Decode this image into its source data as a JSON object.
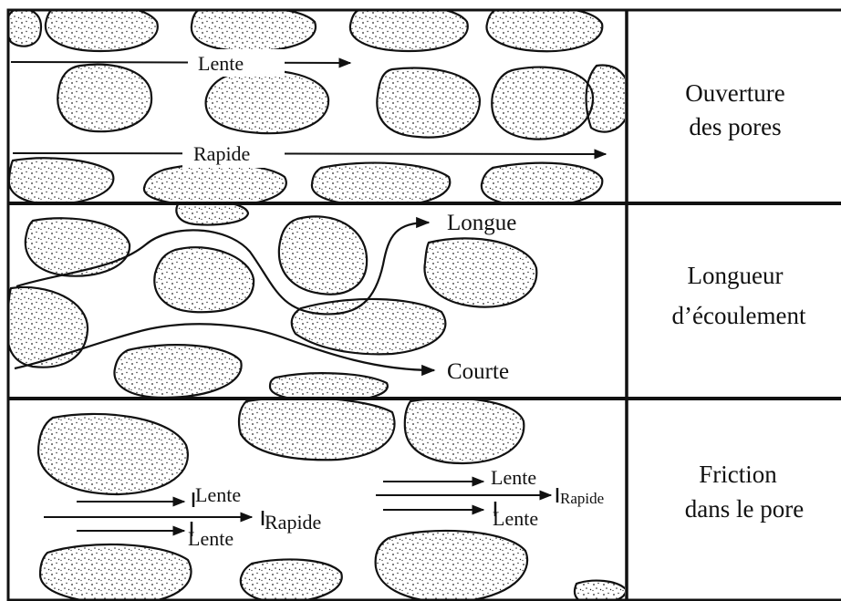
{
  "rows": [
    {
      "id": "pore-opening",
      "side_label": [
        "Ouverture",
        "des pores"
      ],
      "flows": {
        "slow": "Lente",
        "fast": "Rapide"
      }
    },
    {
      "id": "flow-length",
      "side_label": [
        "Longueur",
        "d’écoulement"
      ],
      "flows": {
        "long": "Longue",
        "short": "Courte"
      }
    },
    {
      "id": "pore-friction",
      "side_label": [
        "Friction",
        "dans le pore"
      ],
      "flows": {
        "left_slow_top": "Lente",
        "left_fast": "Rapide",
        "left_slow_bottom": "Lente",
        "right_slow_top": "Lente",
        "right_fast": "Rapide",
        "right_slow_bottom": "Lente"
      }
    }
  ],
  "colors": {
    "line": "#111111",
    "grain": "#222222",
    "background": "#ffffff"
  }
}
